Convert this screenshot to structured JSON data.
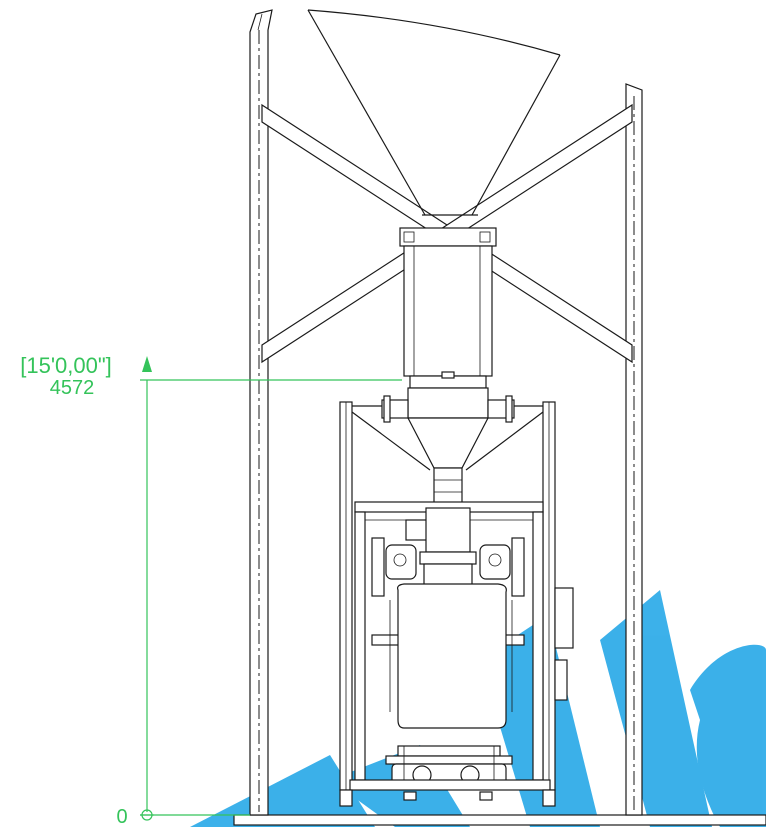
{
  "dimension": {
    "imperial_label": "[15'0,00\"]",
    "metric_value": "4572",
    "origin_label": "0"
  },
  "watermark": {
    "text": "nalla",
    "color": "#1aa3e6"
  },
  "colors": {
    "dimension": "#34c35a",
    "drawing_line": "#1a1a1a"
  },
  "icons": {
    "origin_marker": "circle-crosshair-icon",
    "arrow": "arrowhead-up-icon"
  }
}
